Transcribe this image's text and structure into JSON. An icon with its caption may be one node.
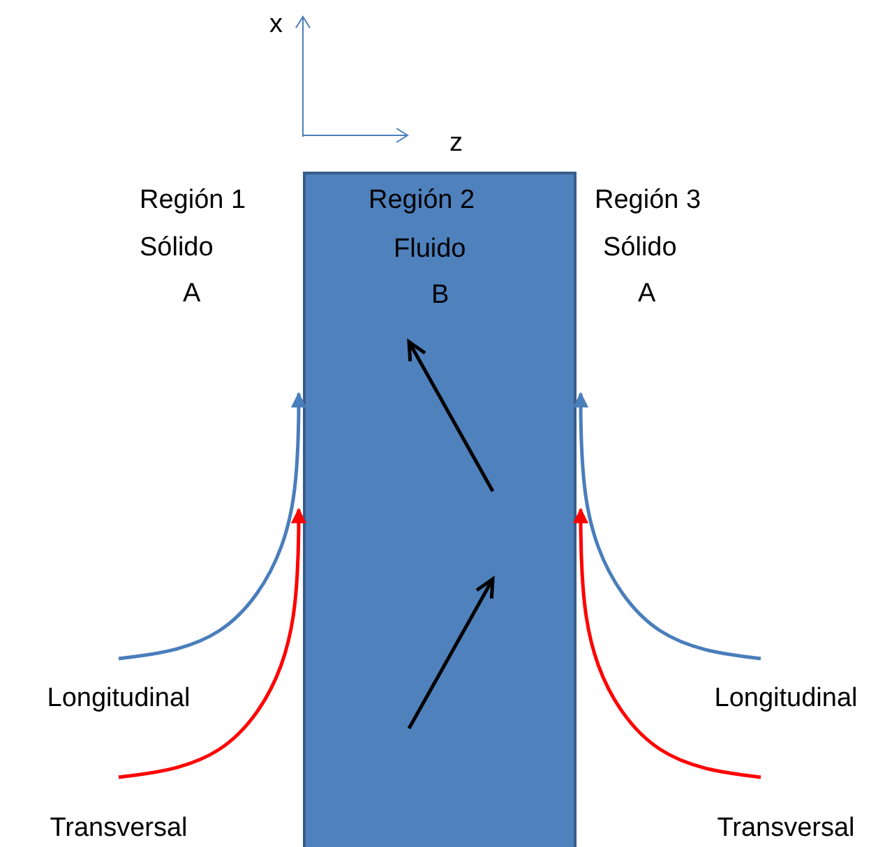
{
  "diagram": {
    "nodes": [
      {
        "text": [
          "Región 2",
          "Fluido",
          "B"
        ]
      },
      {
        "text": [
          "Longitudinal"
        ]
      },
      {
        "text": [
          "Transversal"
        ]
      },
      {
        "text": [
          "Longitudinal"
        ]
      },
      {
        "text": [
          "Transversal"
        ]
      }
    ],
    "edges": [
      {
        "from": 1,
        "to": 0,
        "arrow": "to"
      },
      {
        "from": 2,
        "to": 0,
        "arrow": "to",
        "color": "#ff0000"
      },
      {
        "from": 3,
        "to": 0,
        "arrow": "to"
      },
      {
        "from": 4,
        "to": 0,
        "arrow": "to",
        "color": "#ff0000"
      }
    ],
    "labels": [
      "x",
      "z",
      "Región 1",
      "Sólido",
      "A",
      "Región 3",
      "Sólido",
      "A"
    ]
  }
}
